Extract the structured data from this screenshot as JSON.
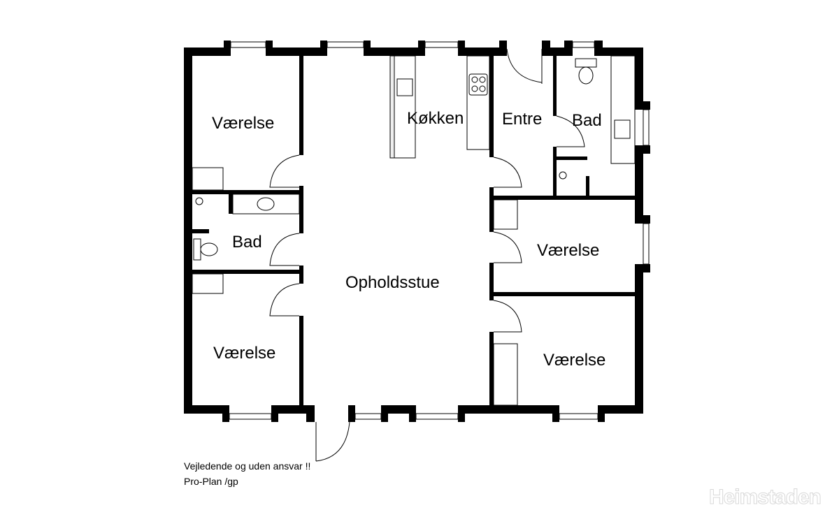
{
  "rooms": {
    "vaerelse_top_left": "Værelse",
    "bad_left": "Bad",
    "vaerelse_bottom_left": "Værelse",
    "opholdsstue": "Opholdsstue",
    "koekken": "Køkken",
    "entre": "Entre",
    "bad_right": "Bad",
    "vaerelse_mid_right": "Værelse",
    "vaerelse_bottom_right": "Værelse"
  },
  "notes": {
    "disclaimer": "Vejledende og uden ansvar !!",
    "author": "Pro-Plan /gp"
  },
  "watermark": "Heimstaden",
  "colors": {
    "wall": "#000000",
    "background": "#ffffff",
    "watermark_outline": "#d8d8d8"
  }
}
